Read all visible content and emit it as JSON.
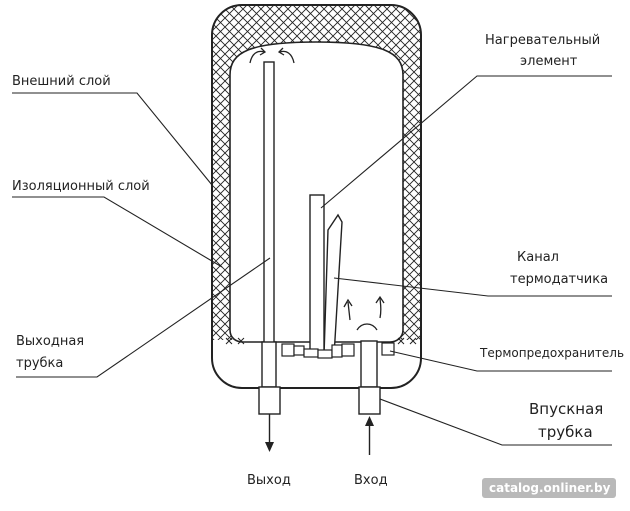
{
  "labels": {
    "outer_layer": "Внешний слой",
    "insulation_layer": "Изоляционный слой",
    "outlet_pipe_line1": "Выходная",
    "outlet_pipe_line2": "трубка",
    "heating_element_line1": "Нагревательный",
    "heating_element_line2": "элемент",
    "sensor_channel_line1": "Канал",
    "sensor_channel_line2": "термодатчика",
    "thermal_fuse": "Термопредохранитель",
    "inlet_pipe_line1": "Впускная",
    "inlet_pipe_line2": "трубка",
    "outlet": "Выход",
    "inlet": "Вход"
  },
  "watermark": "catalog.onliner.by"
}
